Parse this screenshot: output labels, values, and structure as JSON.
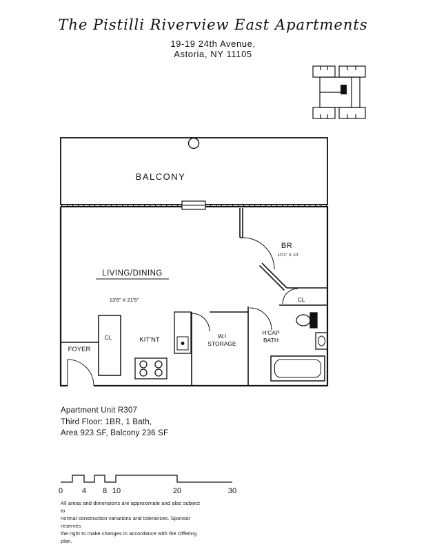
{
  "header": {
    "title": "The Pistilli Riverview East Apartments",
    "address_line1": "19-19 24th Avenue,",
    "address_line2": "Astoria, NY 11105"
  },
  "floorplan": {
    "balcony": "BALCONY",
    "bedroom": "BR",
    "bedroom_dims": "10'1\" X 10'",
    "living": "LIVING/DINING",
    "living_dims": "13'6\" X 21'5\"",
    "closet_right": "CL",
    "closet_left": "CL",
    "kitchen": "KIT'NT",
    "storage_line1": "W.I",
    "storage_line2": "STORAGE",
    "bath_line1": "H'CAP",
    "bath_line2": "BATH",
    "foyer": "FOYER"
  },
  "unit_info": {
    "line1": "Apartment Unit R307",
    "line2": "Third Floor: 1BR, 1 Bath,",
    "line3": "Area 923 SF, Balcony 236 SF"
  },
  "scale_bar": {
    "labels": [
      "0",
      "4",
      "8",
      "10",
      "20",
      "30"
    ]
  },
  "disclaimer": {
    "line1": "All areas and dimensions are approximate and also subject to",
    "line2": "normal construction variations and tolerances. Sponsor reserves",
    "line3": "the right to make changes in accordance with the Offering plan."
  }
}
